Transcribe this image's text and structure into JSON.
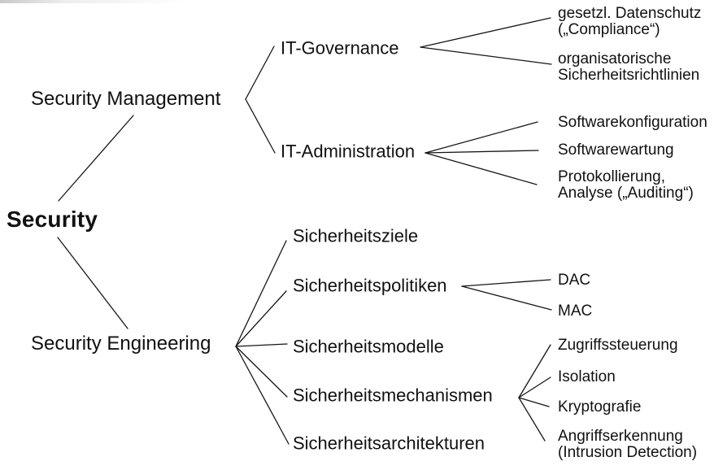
{
  "page": {
    "background": "#ffffff",
    "text_color": "#111111",
    "line_color": "#161616"
  },
  "tree": {
    "root": {
      "label": "Security"
    },
    "branches": [
      {
        "label": "Security Management",
        "children": [
          {
            "label": "IT-Governance",
            "children": [
              {
                "label": "gesetzl. Datenschutz\n(„Compliance“)"
              },
              {
                "label": "organisatorische\nSicherheitsrichtlinien"
              }
            ]
          },
          {
            "label": "IT-Administration",
            "children": [
              {
                "label": "Softwarekonfiguration"
              },
              {
                "label": "Softwarewartung"
              },
              {
                "label": "Protokollierung,\nAnalyse („Auditing“)"
              }
            ]
          }
        ]
      },
      {
        "label": "Security Engineering",
        "children": [
          {
            "label": "Sicherheitsziele",
            "children": []
          },
          {
            "label": "Sicherheitspolitiken",
            "children": [
              {
                "label": "DAC"
              },
              {
                "label": "MAC"
              }
            ]
          },
          {
            "label": "Sicherheitsmodelle",
            "children": []
          },
          {
            "label": "Sicherheitsmechanismen",
            "children": [
              {
                "label": "Zugriffssteuerung"
              },
              {
                "label": "Isolation"
              },
              {
                "label": "Kryptografie"
              },
              {
                "label": "Angriffserkennung\n(Intrusion Detection)"
              }
            ]
          },
          {
            "label": "Sicherheitsarchitekturen",
            "children": []
          }
        ]
      }
    ]
  }
}
